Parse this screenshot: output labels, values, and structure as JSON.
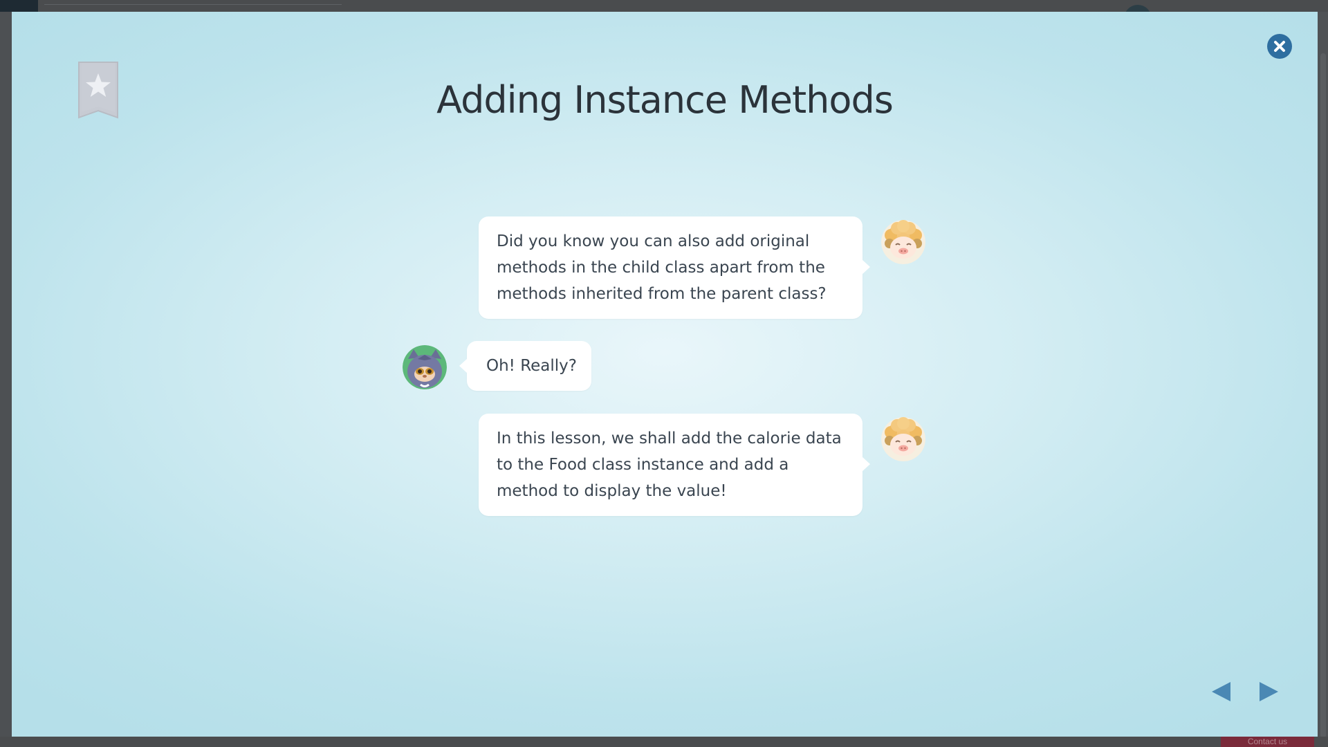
{
  "lesson": {
    "title": "Adding Instance Methods"
  },
  "dialogue": [
    {
      "speaker": "sheep",
      "side": "right",
      "text": "Did you know you can also add original methods in the child class apart from the methods inherited from the parent class?"
    },
    {
      "speaker": "cat",
      "side": "left",
      "text": "Oh! Really?"
    },
    {
      "speaker": "sheep",
      "side": "right",
      "text": "In this lesson, we shall add the calorie data to the Food class instance and add a method to display the value!"
    }
  ],
  "backdrop": {
    "contact_label": "Contact us"
  },
  "icons": {
    "bookmark": "bookmark-star-icon",
    "close": "close-icon",
    "prev": "prev-arrow-icon",
    "next": "next-arrow-icon"
  },
  "colors": {
    "accent": "#2e6ea0",
    "arrow": "#4a88b4",
    "title": "#2b333a",
    "bubble_text": "#3a4550",
    "bookmark": "#c7cbd3"
  }
}
